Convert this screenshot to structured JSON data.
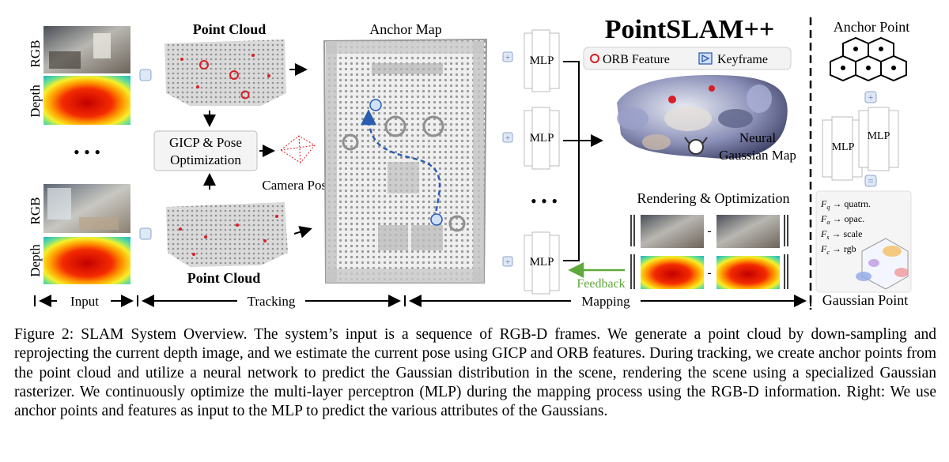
{
  "input": {
    "rgb_label": "RGB",
    "depth_label": "Depth",
    "ellipsis": "• • •"
  },
  "tracking": {
    "point_cloud_top": "Point Cloud",
    "point_cloud_bottom": "Point Cloud",
    "gicp_line1": "GICP & Pose",
    "gicp_line2": "Optimization",
    "camera_pose": "Camera Pose"
  },
  "anchor_map": {
    "title": "Anchor Map"
  },
  "mapping": {
    "mlp_label": "MLP",
    "plus": "+",
    "ellipsis": "• • •",
    "title": "PointSLAM++",
    "legend_orb": "ORB Feature",
    "legend_keyframe": "Keyframe",
    "neural_line1": "Neural",
    "neural_line2": "Gaussian Map",
    "rendering": "Rendering & Optimization",
    "minus": "-",
    "feedback": "Feedback"
  },
  "right_panel": {
    "anchor_point": "Anchor Point",
    "plus": "+",
    "equals": "=",
    "mlp_label": "MLP",
    "gaussian_point": "Gaussian Point",
    "attributes": [
      {
        "feature": "F",
        "sub": "q",
        "attr": "quatrn."
      },
      {
        "feature": "F",
        "sub": "α",
        "attr": "opac."
      },
      {
        "feature": "F",
        "sub": "s",
        "attr": "scale"
      },
      {
        "feature": "F",
        "sub": "c",
        "attr": "rgb"
      }
    ]
  },
  "stages": {
    "input": "Input",
    "tracking": "Tracking",
    "mapping": "Mapping"
  },
  "caption": {
    "label": "Figure 2:",
    "text": " SLAM System Overview. The system’s input is a sequence of RGB-D frames. We generate a point cloud by down-sampling and reprojecting the current depth image, and we estimate the current pose using GICP and ORB features. During tracking, we create anchor points from the point cloud and utilize a neural network to predict the Gaussian distribution in the scene, rendering the scene using a specialized Gaussian rasterizer. We continuously optimize the multi-layer perceptron (MLP) during the mapping process using the RGB-D information. Right: We use anchor points and features as input to the MLP to predict the various attributes of the Gaussians."
  },
  "colors": {
    "orb": "#d81f26",
    "keyframe": "#2a5db0",
    "feedback": "#5fa83b",
    "depth_hot": "#e51b0c",
    "depth_cool": "#1fb5c9"
  }
}
